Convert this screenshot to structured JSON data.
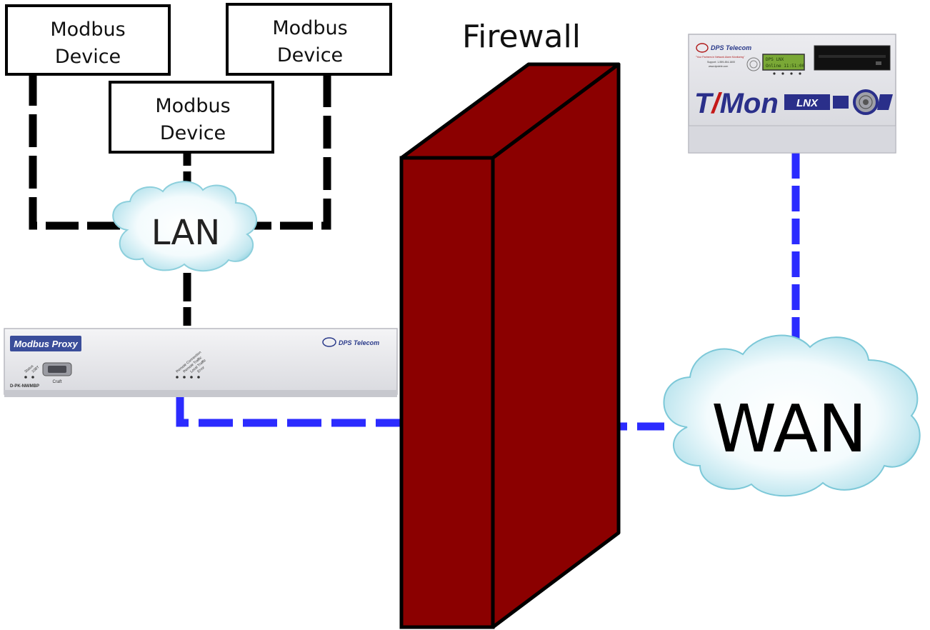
{
  "devices": {
    "modbus_device_1": {
      "line1": "Modbus",
      "line2": "Device"
    },
    "modbus_device_2": {
      "line1": "Modbus",
      "line2": "Device"
    },
    "modbus_device_3": {
      "line1": "Modbus",
      "line2": "Device"
    }
  },
  "clouds": {
    "lan": "LAN",
    "wan": "WAN"
  },
  "firewall": {
    "label": "Firewall"
  },
  "proxy": {
    "brand": "Modbus Proxy",
    "vendor": "DPS Telecom",
    "model": "D-PK-NM/MBP",
    "craft": "Craft",
    "led_status": "Status",
    "led_10bt": "10BT",
    "led_remote_conn": "Remote Connection",
    "led_remote_traffic": "Remote Traffic",
    "led_local_traffic": "Local Traffic",
    "led_error": "Error"
  },
  "timon": {
    "vendor": "DPS Telecom",
    "tagline": "\"Your Partners in Network Alarm Monitoring\"",
    "support": "Support: 1-559-454-1600",
    "website": "www.dpstele.com",
    "lcd_line1": "DPS LNX",
    "lcd_line2": "Online 11:51:00",
    "brand_t": "T",
    "brand_slash": "/",
    "brand_mon": "Mon",
    "brand_lnx": "LNX"
  },
  "colors": {
    "firewall_front": "#8b0000",
    "firewall_side": "#8b0000",
    "lan_link": "#000000",
    "wan_link": "#2b2bff",
    "cloud_fill": "#eef8fb",
    "cloud_edge": "#7cc8d8"
  }
}
